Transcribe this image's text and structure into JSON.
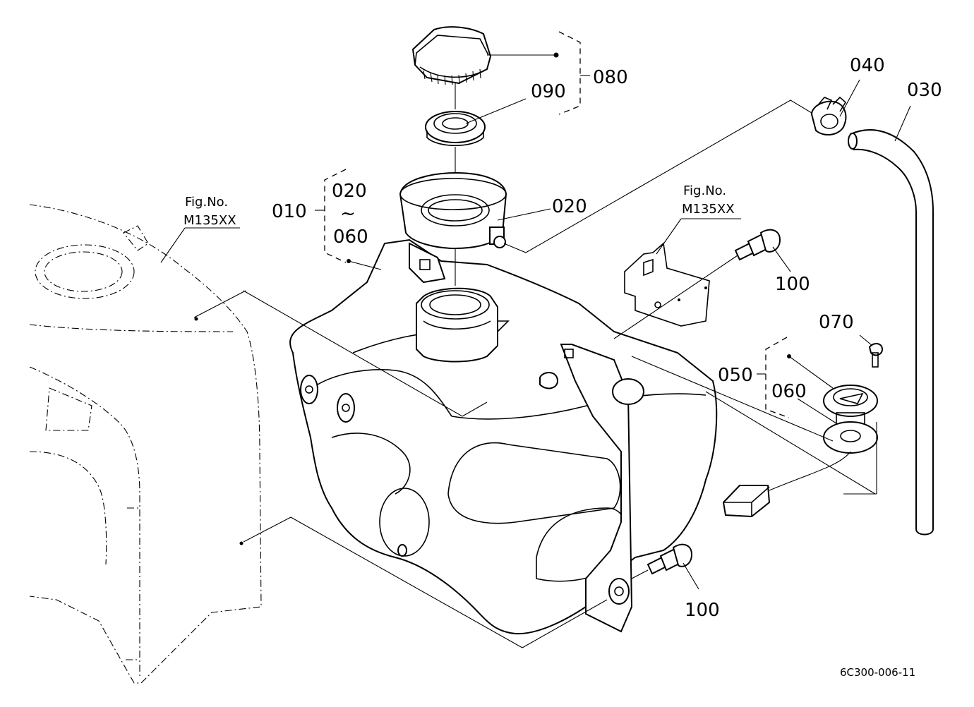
{
  "labels": {
    "p080": "080",
    "p090": "090",
    "p040": "040",
    "p030": "030",
    "p020_top": "020",
    "p010": "010",
    "p020_range": "020",
    "tilde": "~",
    "p060_range": "060",
    "p100_top": "100",
    "p070": "070",
    "p050": "050",
    "p060": "060",
    "p100_bottom": "100"
  },
  "references": {
    "left_fig": "Fig.No.",
    "left_code": "M135XX",
    "right_fig": "Fig.No.",
    "right_code": "M135XX"
  },
  "drawing_code": "6C300-006-11"
}
